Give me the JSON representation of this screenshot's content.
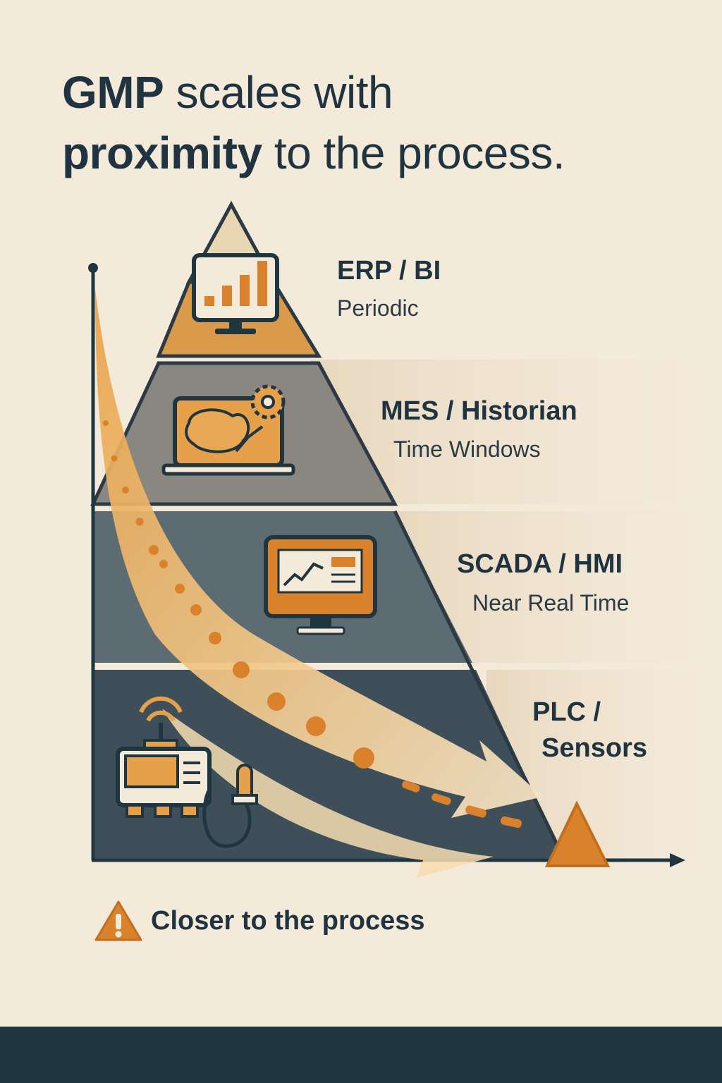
{
  "title": {
    "line1_bold": "GMP",
    "line1_rest": " scales with",
    "line2_bold": "proximity",
    "line2_rest": " to the process."
  },
  "levels": [
    {
      "name": "ERP / BI",
      "sub": "Periodic",
      "icon": "monitor-bar-chart-icon"
    },
    {
      "name": "MES / Historian",
      "sub": "Time Windows",
      "icon": "laptop-gear-icon"
    },
    {
      "name": "SCADA / HMI",
      "sub": "Near Real Time",
      "icon": "monitor-trend-icon"
    },
    {
      "name_line1": "PLC /",
      "name_line2": "Sensors",
      "icon": "plc-sensor-icon"
    }
  ],
  "callout": {
    "text": "Closer to the process",
    "icon": "warning-icon"
  },
  "colors": {
    "background": "#f4ead9",
    "accent_orange": "#d9822b",
    "navy": "#1f3540",
    "tier_top": "#d99a4a",
    "tier_mid": "#8a8780",
    "tier_low": "#5d6b73",
    "tier_base": "#3f4f5a"
  }
}
